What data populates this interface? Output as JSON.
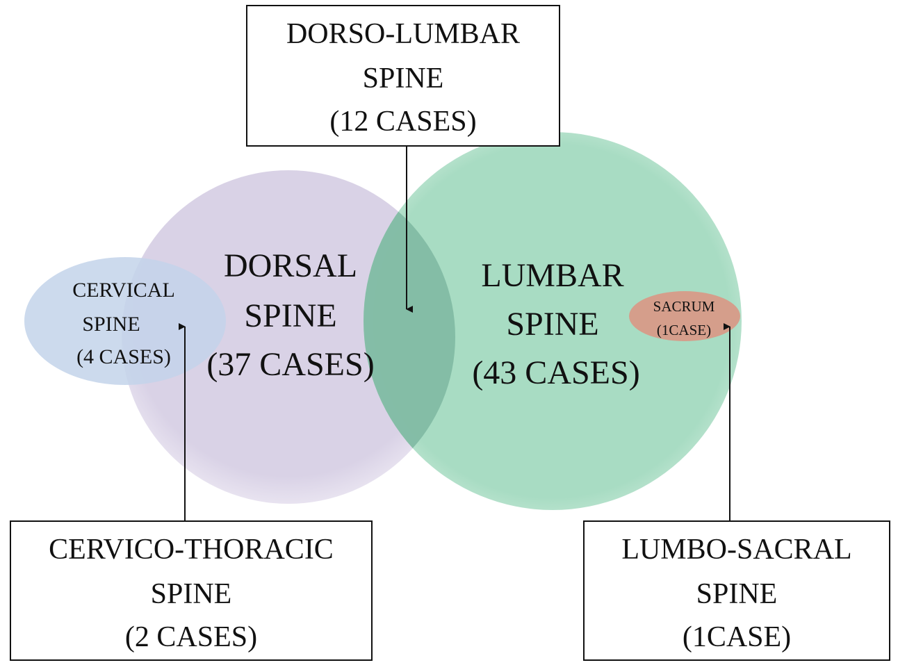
{
  "colors": {
    "dorsal": "#d9d2e6",
    "lumbar": "#a8dcc3",
    "overlap": "#7fb9a3",
    "cervical": "#c3d3ea",
    "sacrum": "#d59e8b"
  },
  "regions": {
    "dorsal": {
      "line1": "DORSAL",
      "line2": "SPINE",
      "line3": "(37 CASES)"
    },
    "lumbar": {
      "line1": "LUMBAR",
      "line2": "SPINE",
      "line3": "(43 CASES)"
    },
    "cervical": {
      "line1": "CERVICAL",
      "line2": "SPINE",
      "line3": "(4 CASES)"
    },
    "sacrum": {
      "line1": "SACRUM",
      "line2": "(1CASE)"
    }
  },
  "callouts": {
    "dorso_lumbar": {
      "line1": "DORSO-LUMBAR",
      "line2": "SPINE",
      "line3": "(12 CASES)"
    },
    "cervico_thoracic": {
      "line1": "CERVICO-THORACIC",
      "line2": "SPINE",
      "line3": "(2 CASES)"
    },
    "lumbo_sacral": {
      "line1": "LUMBO-SACRAL",
      "line2": "SPINE",
      "line3": "(1CASE)"
    }
  }
}
